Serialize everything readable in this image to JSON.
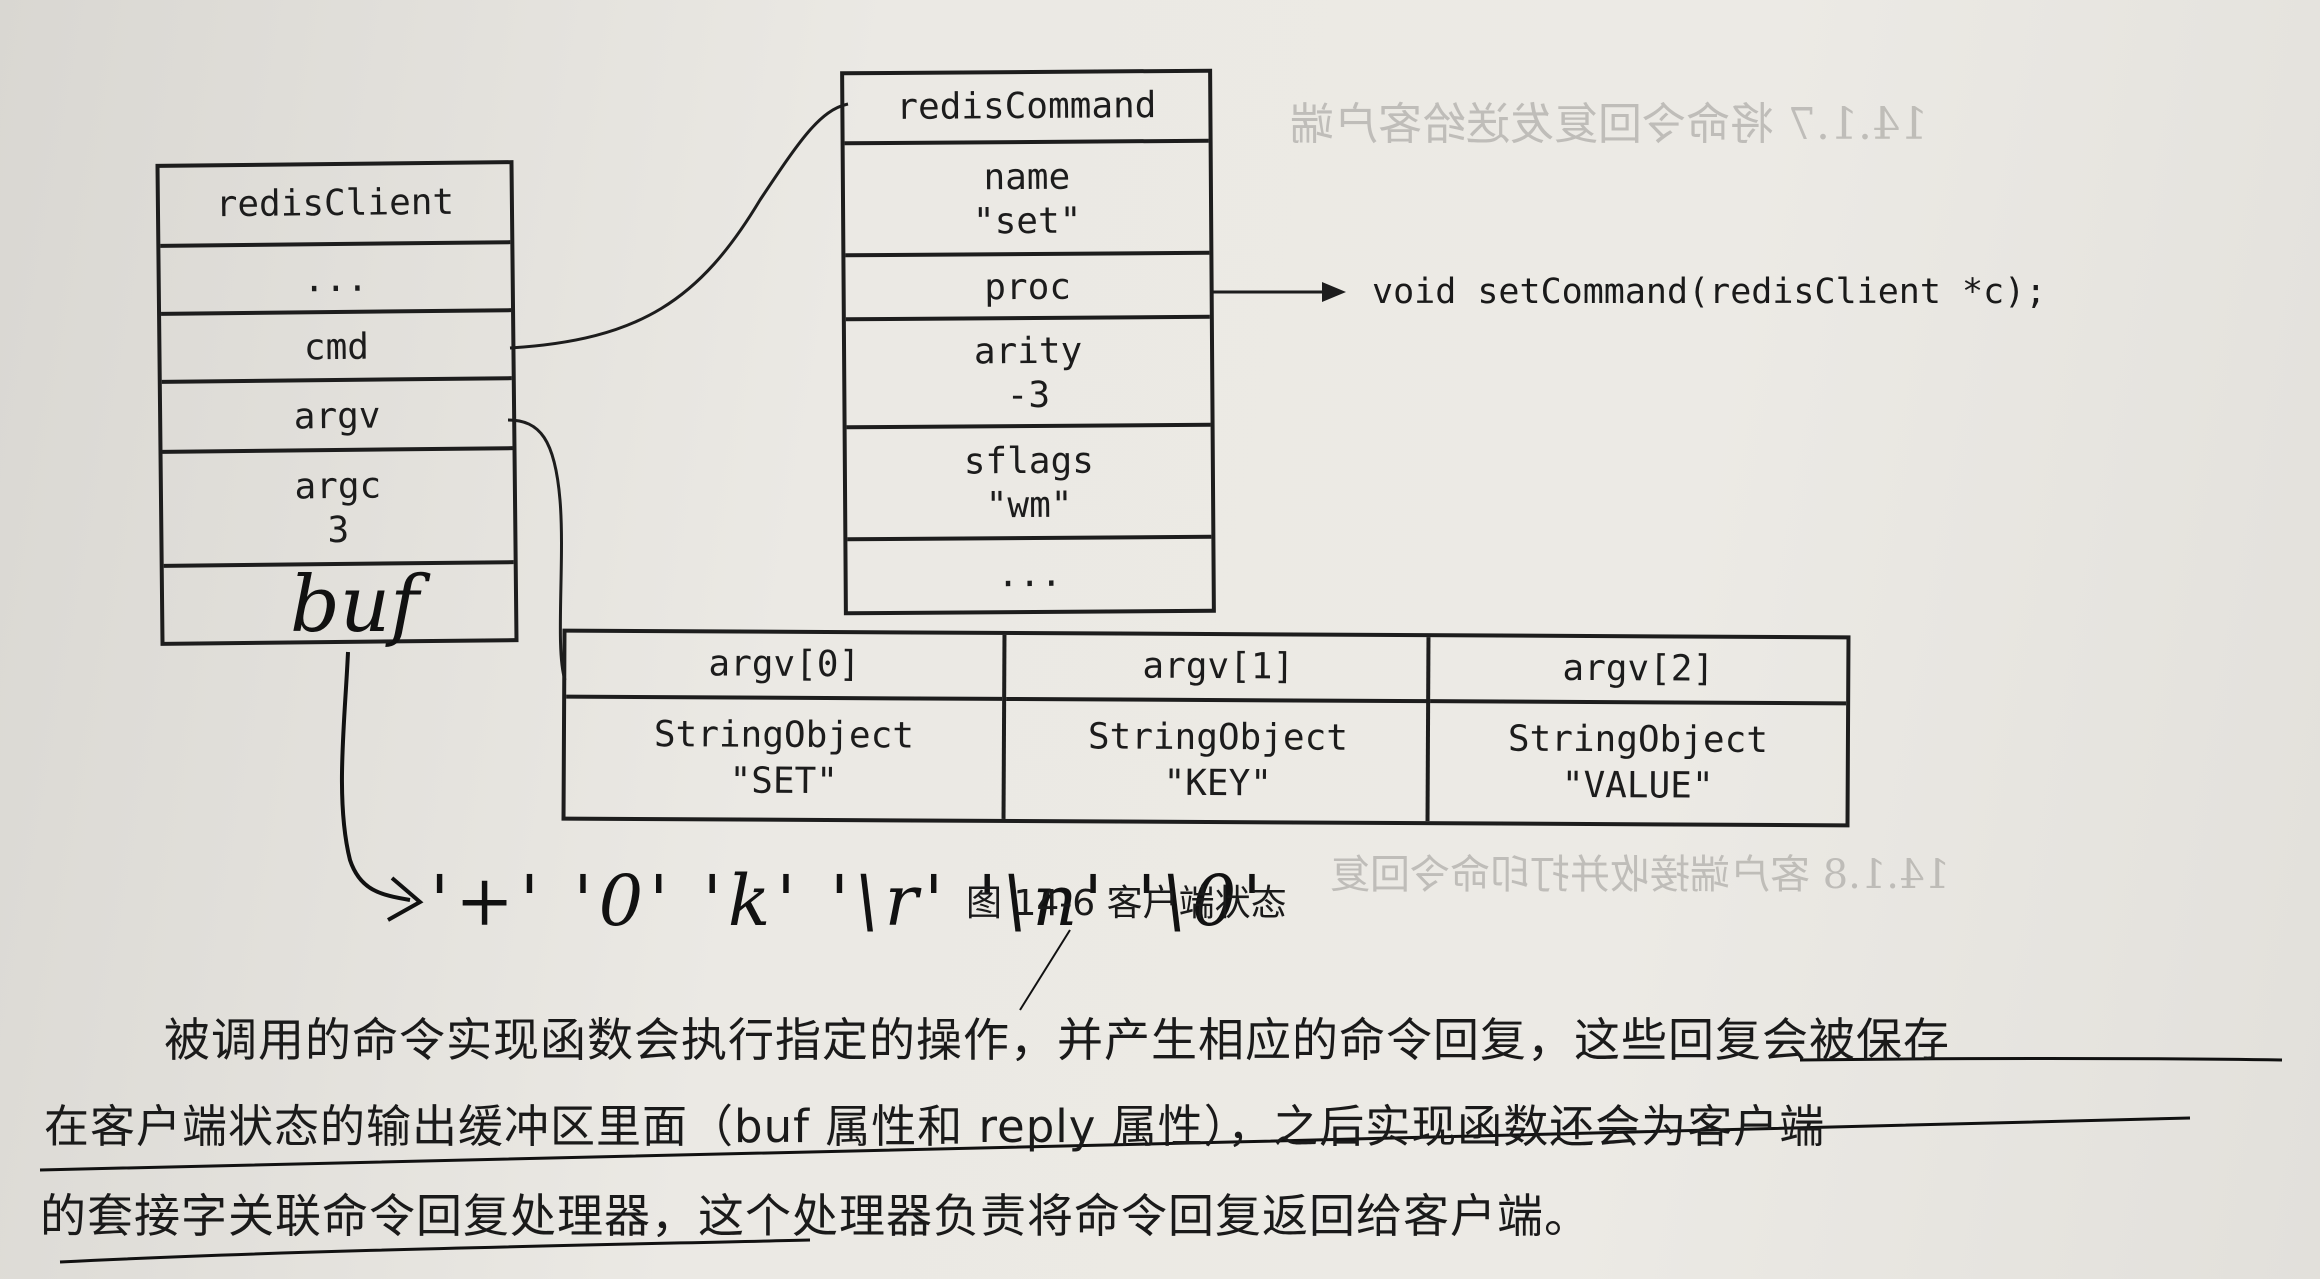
{
  "client_struct": {
    "title": "redisClient",
    "fields": [
      {
        "label": "..."
      },
      {
        "label": "cmd"
      },
      {
        "label": "argv"
      },
      {
        "label": "argc",
        "value": "3"
      },
      {
        "label": ""
      }
    ]
  },
  "command_struct": {
    "title": "redisCommand",
    "fields": [
      {
        "label": "name",
        "value": "\"set\""
      },
      {
        "label": "proc"
      },
      {
        "label": "arity",
        "value": "-3"
      },
      {
        "label": "sflags",
        "value": "\"wm\""
      },
      {
        "label": "..."
      }
    ]
  },
  "proc_target": "void setCommand(redisClient *c);",
  "argv_array": [
    {
      "head": "argv[0]",
      "type": "StringObject",
      "value": "\"SET\""
    },
    {
      "head": "argv[1]",
      "type": "StringObject",
      "value": "\"KEY\""
    },
    {
      "head": "argv[2]",
      "type": "StringObject",
      "value": "\"VALUE\""
    }
  ],
  "figure_caption": "图 14-6   客户端状态",
  "handwritten": {
    "buf_label": "buf",
    "reply_chars": "'+' '0' 'k' '\\r' '\\n' '\\0'"
  },
  "body_text": {
    "line1": "被调用的命令实现函数会执行指定的操作，并产生相应的命令回复，这些回复会被保存",
    "line2": "在客户端状态的输出缓冲区里面（buf 属性和 reply 属性），之后实现函数还会为客户端",
    "line3": "的套接字关联命令回复处理器，这个处理器负责将命令回复返回给客户端。"
  },
  "bleed_through": {
    "heading": "14.1.7   将命令回复发送给客户端",
    "subheading": "14.1.8   客户端接收并打印命令回复"
  }
}
